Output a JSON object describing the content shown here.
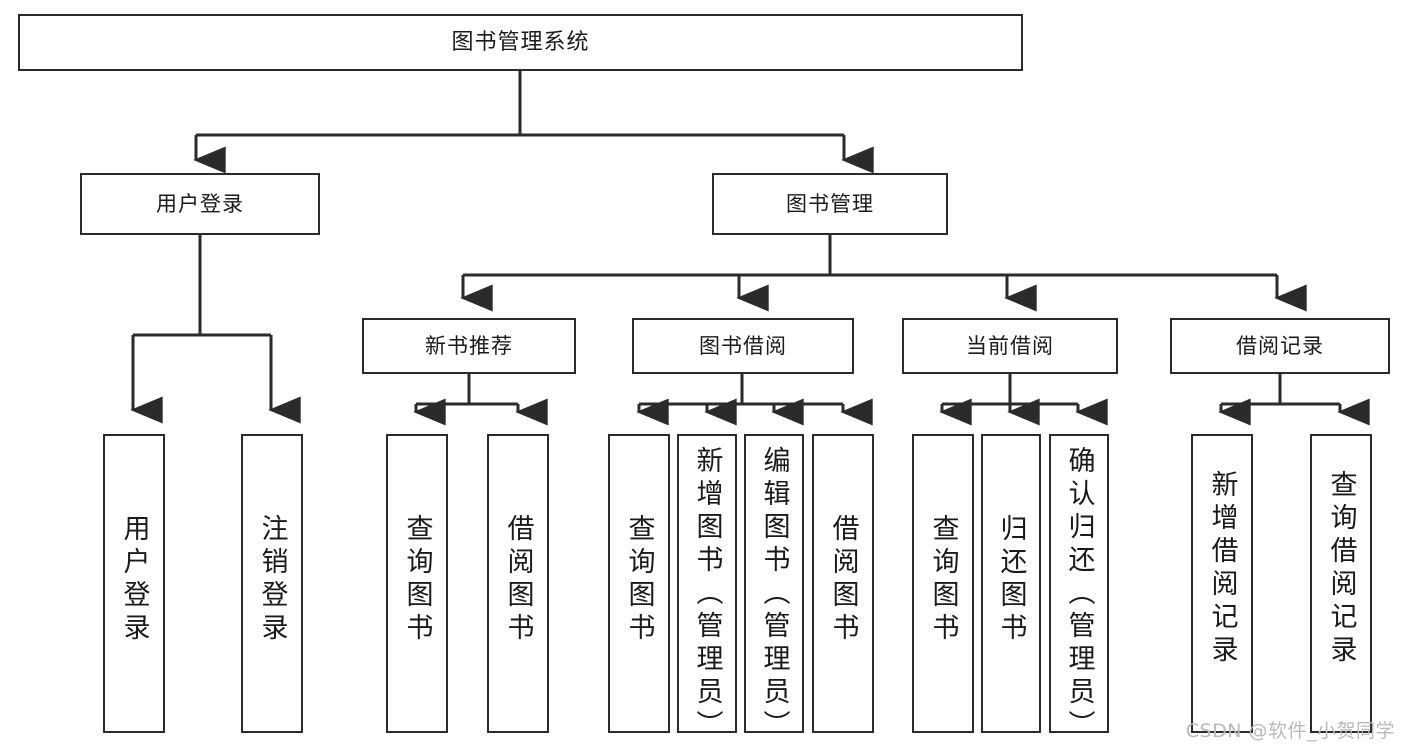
{
  "diagram": {
    "title": "图书管理系统",
    "watermark": "CSDN @软件_小贺同学",
    "colors": {
      "stroke": "#2b2b2b",
      "fill": "#ffffff",
      "text": "#1a1a1a",
      "watermark": "#b9b9b9"
    },
    "nodes": {
      "root": "图书管理系统",
      "user_login": "用户登录",
      "book_manage": "图书管理",
      "new_book_rec": "新书推荐",
      "book_borrow": "图书借阅",
      "current_borrow": "当前借阅",
      "borrow_record": "借阅记录",
      "leaf_user_login": "用户登录",
      "leaf_logout": "注销登录",
      "leaf_query_book_1": "查询图书",
      "leaf_borrow_book_1": "借阅图书",
      "leaf_query_book_2": "查询图书",
      "leaf_add_book_admin": "新增图书（管理员）",
      "leaf_edit_book_admin": "编辑图书（管理员）",
      "leaf_borrow_book_2": "借阅图书",
      "leaf_query_book_3": "查询图书",
      "leaf_return_book": "归还图书",
      "leaf_confirm_return_admin": "确认归还（管理员）",
      "leaf_add_record": "新增借阅记录",
      "leaf_query_record": "查询借阅记录"
    }
  }
}
